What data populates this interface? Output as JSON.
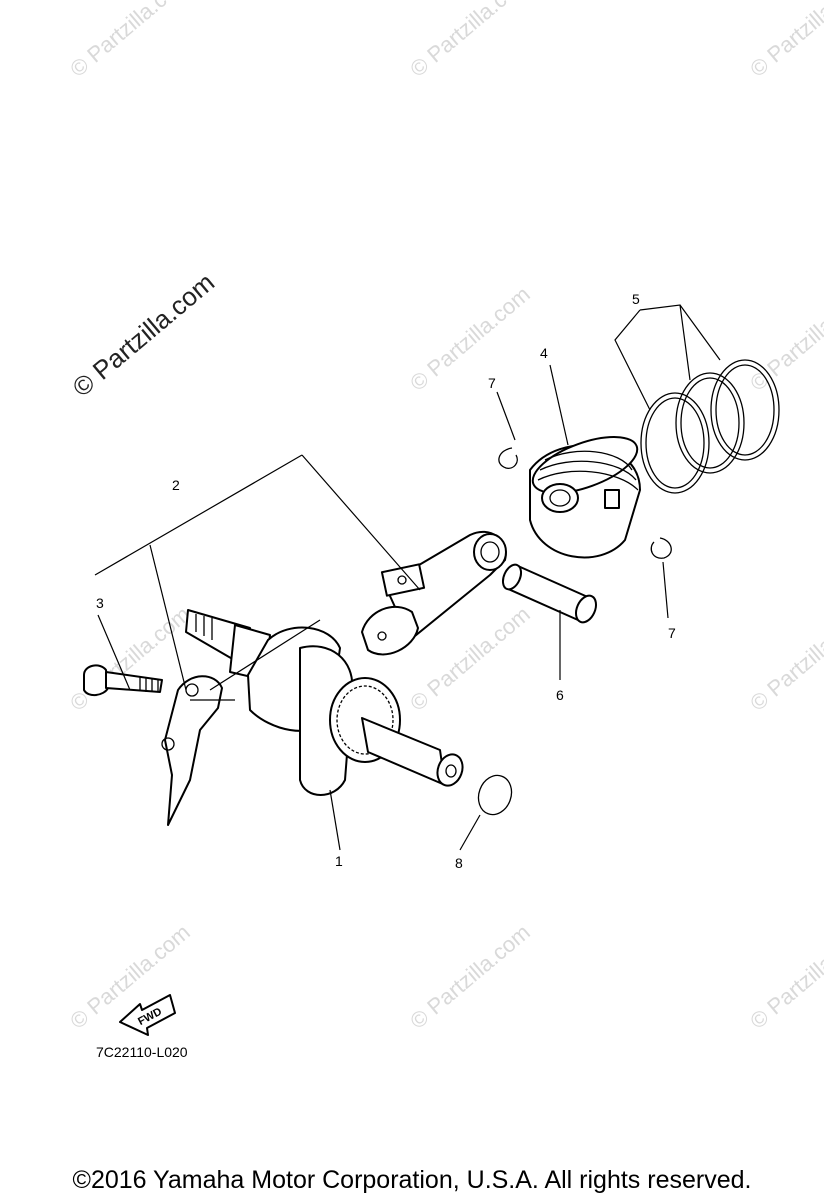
{
  "watermark": {
    "main_text": "© Partzilla.com",
    "repeat_text": "© Partzilla.com"
  },
  "callouts": [
    {
      "id": "c1",
      "label": "1"
    },
    {
      "id": "c2",
      "label": "2"
    },
    {
      "id": "c3",
      "label": "3"
    },
    {
      "id": "c4",
      "label": "4"
    },
    {
      "id": "c5",
      "label": "5"
    },
    {
      "id": "c6",
      "label": "6"
    },
    {
      "id": "c7a",
      "label": "7"
    },
    {
      "id": "c7b",
      "label": "7"
    },
    {
      "id": "c8",
      "label": "8"
    }
  ],
  "fwd_label": "FWD",
  "diagram_code": "7C22110-L020",
  "copyright": "©2016  Yamaha Motor Corporation, U.S.A. All rights reserved."
}
